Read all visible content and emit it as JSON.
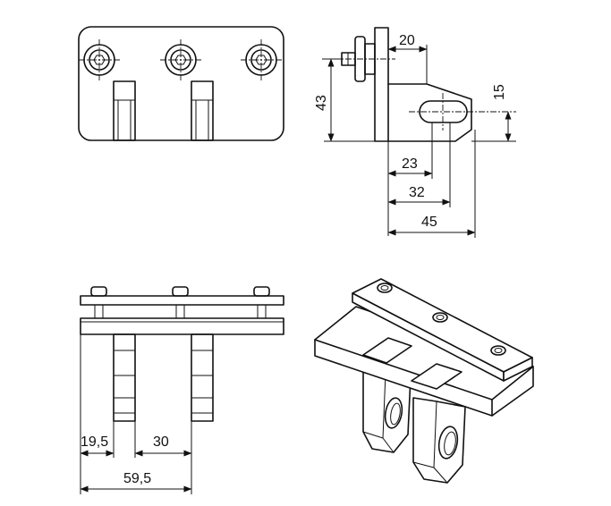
{
  "dimensions": {
    "side_width": "20",
    "side_height": "43",
    "slot_height": "15",
    "slot_a": "23",
    "slot_b": "32",
    "overall": "45",
    "front_offset": "19,5",
    "front_pitch": "30",
    "front_total": "59,5"
  }
}
